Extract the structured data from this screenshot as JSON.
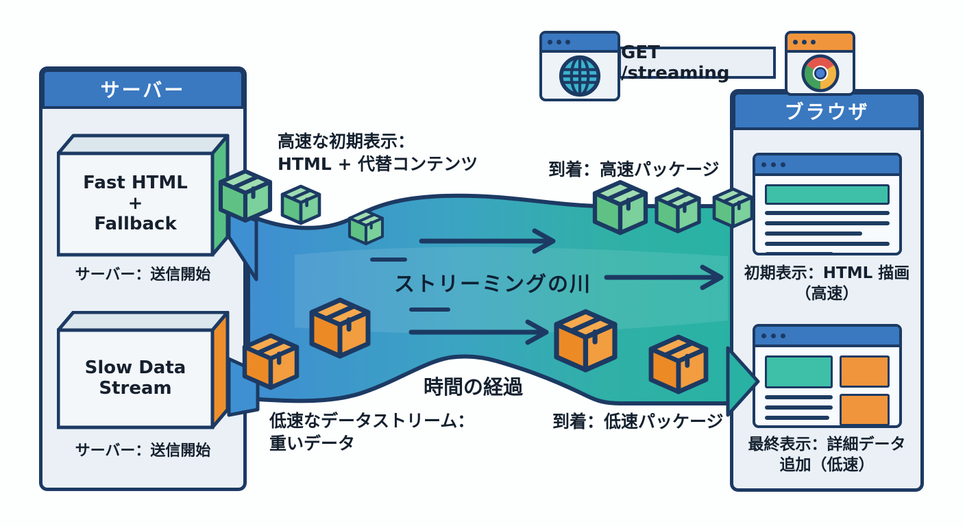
{
  "colors": {
    "header_blue": "#3a78c0",
    "outline_navy": "#1c3a63",
    "panel_bg": "#eaf0f6",
    "river_blue": "#3f8ed1",
    "river_cyan": "#3ba4c2",
    "river_teal": "#2ab3a4",
    "content_teal": "#3ec0a8",
    "fast_green_top": "#9fdcb0",
    "fast_green_left": "#5fc284",
    "fast_green_right": "#7bd09b",
    "slow_orange_top": "#f6a94e",
    "slow_orange_left": "#ec8a26",
    "slow_orange_right": "#f29d3f",
    "box_side_green": "#57c084",
    "box_side_orange": "#ee8f2d",
    "chrome_red": "#e2574c",
    "chrome_green": "#43a05c",
    "chrome_yellow": "#f2b442",
    "chrome_blue": "#4a7fd4",
    "globe_teal": "#3cb4cf"
  },
  "server_panel": {
    "title": "サーバー",
    "fast_box": {
      "lines": [
        "Fast HTML",
        "+",
        "Fallback"
      ],
      "caption": "サーバー：送信開始"
    },
    "slow_box": {
      "lines": [
        "Slow Data",
        "Stream"
      ],
      "caption": "サーバー：送信開始"
    }
  },
  "request": {
    "method_path": "GET /streaming"
  },
  "browser_panel": {
    "title": "ブラウザ",
    "initial_view": {
      "caption_line1": "初期表示：HTML 描画",
      "caption_line2": "（高速）"
    },
    "final_view": {
      "caption_line1": "最終表示：詳細データ",
      "caption_line2": "追加（低速）"
    }
  },
  "river": {
    "label": "ストリーミングの川",
    "time_label": "時間の経過"
  },
  "annotations": {
    "fast_stream": [
      "高速な初期表示：",
      "HTML + 代替コンテンツ"
    ],
    "fast_arrival": "到着：高速パッケージ",
    "slow_stream": [
      "低速なデータストリーム：",
      "重いデータ"
    ],
    "slow_arrival": "到着：低速パッケージ"
  },
  "packages": {
    "fast_count": 6,
    "slow_count": 4
  }
}
